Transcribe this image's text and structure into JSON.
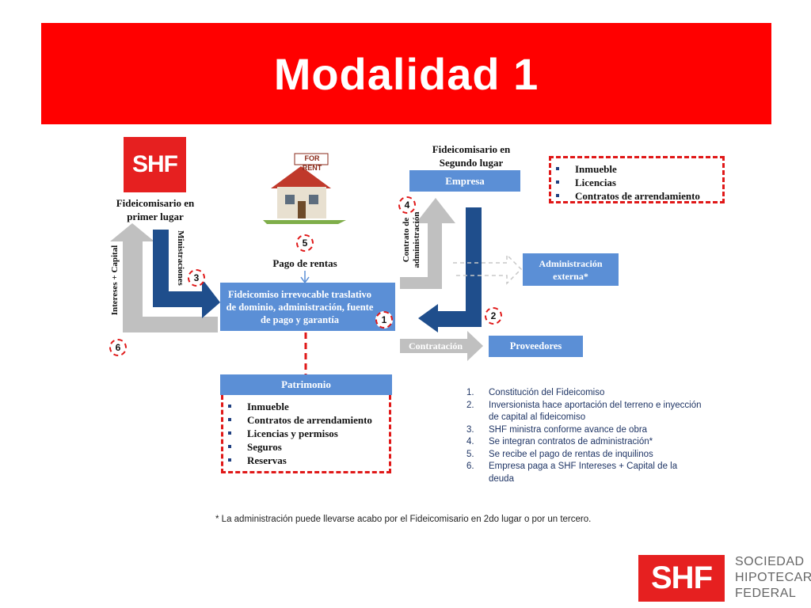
{
  "title": "Modalidad 1",
  "colors": {
    "red": "#ff0000",
    "blue_box": "#5b8fd6",
    "dark_blue": "#1f4e8c",
    "gray_arrow": "#c0c0c0"
  },
  "logo_text": "SHF",
  "beneficiary_first": "Fideicomisario en primer lugar",
  "beneficiary_second": "Fideicomisario en Segundo lugar",
  "house_sign": "FOR RENT",
  "rent_label": "Pago de rentas",
  "trust_box": "Fideicomiso irrevocable traslativo de dominio, administración, fuente de pago y garantía",
  "empresa": "Empresa",
  "empresa_assets": [
    "Inmueble",
    "Licencias",
    "Contratos de arrendamiento"
  ],
  "admin_externa": "Administración externa*",
  "proveedores": "Proveedores",
  "contratacion": "Contratación",
  "arrow_ministraciones": "Ministraciones",
  "arrow_intereses": "Intereses + Capital",
  "arrow_contrato": "Contrato de administración",
  "patrimonio_title": "Patrimonio",
  "patrimonio_items": [
    "Inmueble",
    "Contratos de arrendamiento",
    "Licencias y permisos",
    "Seguros",
    "Reservas"
  ],
  "steps": [
    {
      "n": "1.",
      "text": "Constitución del Fideicomiso"
    },
    {
      "n": "2.",
      "text": "Inversionista hace aportación del terreno e inyección de capital al fideicomiso"
    },
    {
      "n": "3.",
      "text": "SHF ministra conforme avance de obra"
    },
    {
      "n": "4.",
      "text": "Se integran contratos de administración*"
    },
    {
      "n": "5.",
      "text": "Se recibe el pago de rentas de inquilinos"
    },
    {
      "n": "6.",
      "text": "Empresa paga a SHF Intereses + Capital de la deuda"
    }
  ],
  "footnote": "* La administración puede llevarse acabo por el Fideicomisario en 2do lugar o por un tercero.",
  "brand_lines": [
    "SOCIEDAD",
    "HIPOTECARIA",
    "FEDERAL"
  ],
  "step_markers": [
    "1",
    "2",
    "3",
    "4",
    "5",
    "6"
  ]
}
